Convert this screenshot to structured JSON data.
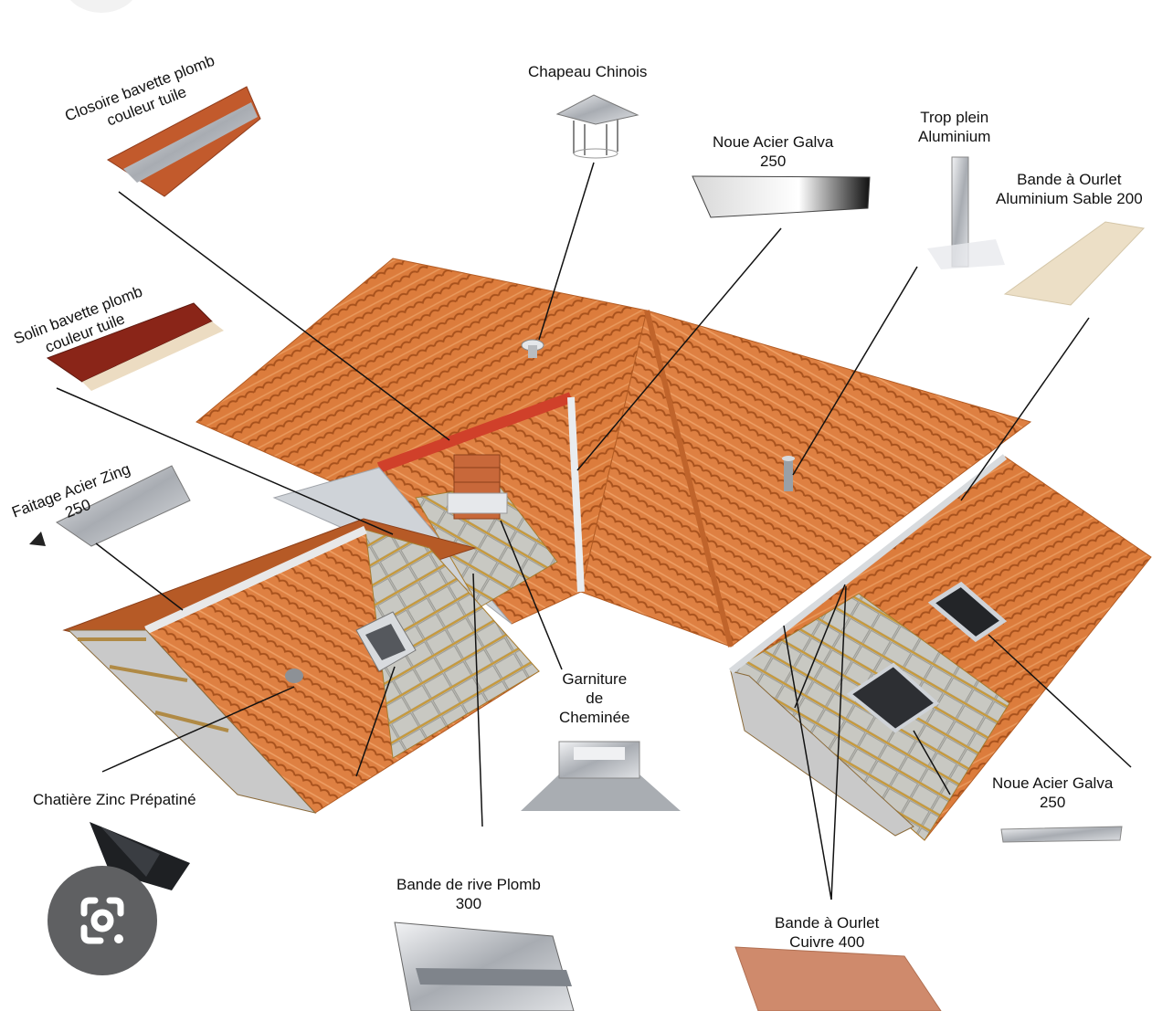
{
  "labels": {
    "closoire": [
      "Closoire bavette plomb",
      "couleur tuile"
    ],
    "chapeau": "Chapeau Chinois",
    "noue_top": [
      "Noue Acier Galva",
      "250"
    ],
    "trop_plein": [
      "Trop plein",
      "Aluminium"
    ],
    "bande_alu": [
      "Bande à Ourlet",
      "Aluminium Sable 200"
    ],
    "solin": [
      "Solin bavette plomb",
      "couleur tuile"
    ],
    "faitage": [
      "Faitage Acier Zing",
      "250"
    ],
    "garniture": [
      "Garniture",
      "de",
      "Cheminée"
    ],
    "noue_right": [
      "Noue Acier Galva",
      "250"
    ],
    "chatiere": "Chatière Zinc Prépatiné",
    "bande_rive": [
      "Bande de rive Plomb",
      "300"
    ],
    "bande_cuivre": [
      "Bande à Ourlet",
      "Cuivre 400"
    ]
  },
  "colors": {
    "tile": "#d9783a",
    "tile_dark": "#a9521f",
    "ridge_red": "#d0402a",
    "metal": "#c9ccd0",
    "lead": "#8e9298",
    "copper": "#cf8a6c",
    "sand": "#ece0c8",
    "leader": "#111111"
  },
  "icons": {
    "lens_button": "google-lens-icon",
    "corner_button": "circle-button"
  }
}
